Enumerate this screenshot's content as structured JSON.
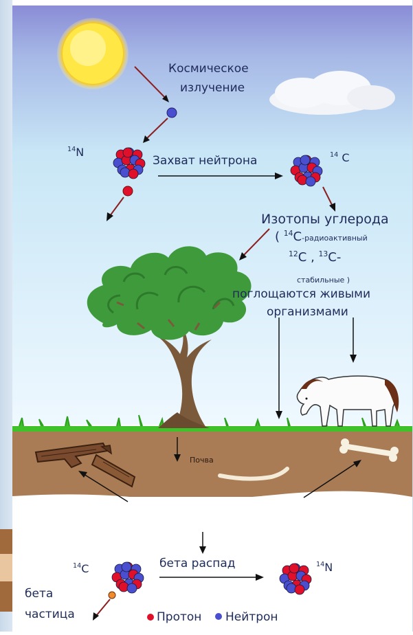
{
  "labels": {
    "cosmic_line1": "Космическое",
    "cosmic_line2": "излучение",
    "n14_sup": "14",
    "n14_sym": "N",
    "neutron_capture": "Захват нейтрона",
    "c14_sup": "14",
    "c14_sym": "C",
    "isotopes_title": "Изотопы углерода",
    "iso_open": "(",
    "iso_c14_sup": "14",
    "iso_c14_sym": "C",
    "iso_radioactive": "-радиоактивный",
    "iso_c12_sup": "12",
    "iso_c12_sym": "C",
    "iso_comma": ",",
    "iso_c13_sup": "13",
    "iso_c13_sym": "C-",
    "iso_stable": "стабильные )",
    "absorbed_line1": "поглощаются живыми",
    "absorbed_line2": "организмами",
    "soil": "Почва",
    "bottom_c14_sup": "14",
    "bottom_c14_sym": "C",
    "beta_decay": "бета распад",
    "bottom_n14_sup": "14",
    "bottom_n14_sym": "N",
    "beta_line1": "бета",
    "beta_line2": "частица",
    "legend_proton": "Протон",
    "legend_neutron": "Нейтрон"
  },
  "colors": {
    "proton": "#e0102a",
    "neutron": "#4a4fd0",
    "sky_top": "#8f8fd6",
    "sky_bottom": "#eef7ff",
    "soil": "#a97c55",
    "grass": "#3fc12a",
    "tree_foliage": "#3f9a3c",
    "trunk": "#7b5a3b",
    "arrow_brown": "#8b1e1e",
    "text": "#1e2b5a"
  },
  "icons": {
    "sun": "sun-icon",
    "cloud": "cloud-icon",
    "tree": "tree-icon",
    "horse": "horse-icon",
    "bone": "bone-icon",
    "wood": "wood-pieces-icon"
  }
}
